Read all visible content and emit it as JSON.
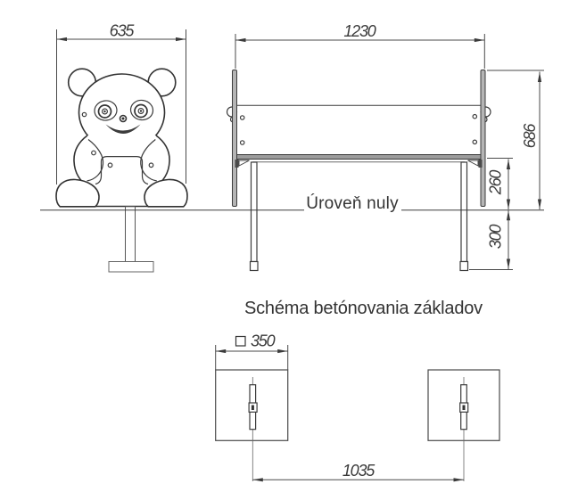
{
  "side_view": {
    "width_dim": "635"
  },
  "front_view": {
    "width_dim": "1230",
    "height_dim": "686",
    "seat_height_dim": "260",
    "foundation_depth_dim": "300"
  },
  "ground": {
    "label": "Úroveň nuly"
  },
  "foundation": {
    "title": "Schéma betónovania základov",
    "size_dim": "350",
    "spacing_dim": "1035"
  },
  "colors": {
    "line": "#3c3c3c",
    "dim_line": "#4a4a4a",
    "text": "#333333",
    "panel_fill": "#b5b5b5",
    "seat_fill": "#9c9c9c",
    "background": "#ffffff"
  }
}
